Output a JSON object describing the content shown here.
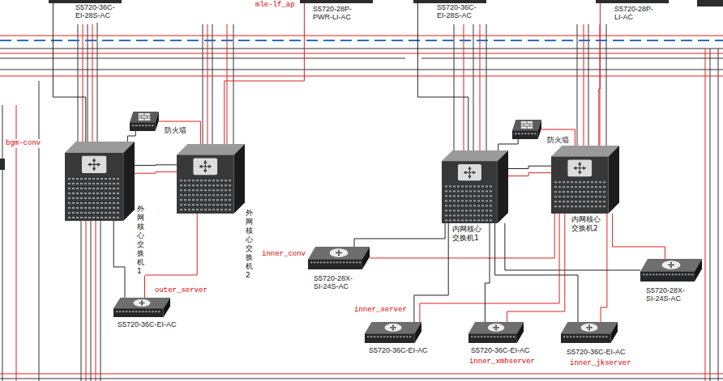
{
  "diagram": {
    "nodes": [
      {
        "text": [
          "S5720-36C-EI-28S-AC"
        ]
      },
      {
        "text": [
          "S5720-28P-PWR-LI-AC"
        ]
      },
      {
        "text": [
          "S5720-36C-EI-28S-AC"
        ]
      },
      {
        "text": [
          "S5720-28P-LI-AC"
        ]
      },
      {
        "text": [
          "防火墙"
        ]
      },
      {
        "text": [
          "外网核心交换机1"
        ]
      },
      {
        "text": [
          "外网核心交换机2"
        ]
      },
      {
        "text": [
          "防火墙"
        ]
      },
      {
        "text": [
          "内网核心交换机1"
        ]
      },
      {
        "text": [
          "内网核心交换机2"
        ]
      },
      {
        "text": [
          "outer_server",
          "S5720-36C-EI-AC"
        ]
      },
      {
        "text": [
          "inner_conv",
          "S5720-28X-SI-24S-AC"
        ]
      },
      {
        "text": [
          "inner_server",
          "S5720-36C-EI-AC"
        ]
      },
      {
        "text": [
          "S5720-36C-EI-AC",
          "inner_xmhserver"
        ]
      },
      {
        "text": [
          "S5720-36C-EI-AC",
          "inner_jkserver"
        ]
      },
      {
        "text": [
          "S5720-28X-SI-24S-AC"
        ]
      }
    ],
    "edges": [
      {
        "from": 4,
        "to": 5,
        "arrow": "none"
      },
      {
        "from": 4,
        "to": 6,
        "arrow": "none"
      },
      {
        "from": 5,
        "to": 6,
        "arrow": "none"
      },
      {
        "from": 5,
        "to": 6,
        "arrow": "none"
      },
      {
        "from": 5,
        "to": 10,
        "arrow": "none"
      },
      {
        "from": 6,
        "to": 10,
        "arrow": "none"
      },
      {
        "from": 5,
        "to": 0,
        "arrow": "none"
      },
      {
        "from": 6,
        "to": 1,
        "arrow": "none"
      },
      {
        "from": 7,
        "to": 8,
        "arrow": "none"
      },
      {
        "from": 7,
        "to": 9,
        "arrow": "none"
      },
      {
        "from": 8,
        "to": 9,
        "arrow": "none"
      },
      {
        "from": 8,
        "to": 9,
        "arrow": "none"
      },
      {
        "from": 8,
        "to": 11,
        "arrow": "none"
      },
      {
        "from": 9,
        "to": 11,
        "arrow": "none"
      },
      {
        "from": 8,
        "to": 12,
        "arrow": "none"
      },
      {
        "from": 9,
        "to": 12,
        "arrow": "none"
      },
      {
        "from": 8,
        "to": 13,
        "arrow": "none"
      },
      {
        "from": 9,
        "to": 13,
        "arrow": "none"
      },
      {
        "from": 8,
        "to": 14,
        "arrow": "none"
      },
      {
        "from": 9,
        "to": 14,
        "arrow": "none"
      },
      {
        "from": 8,
        "to": 15,
        "arrow": "none"
      },
      {
        "from": 9,
        "to": 15,
        "arrow": "none"
      },
      {
        "from": 8,
        "to": 2,
        "arrow": "none"
      },
      {
        "from": 9,
        "to": 3,
        "arrow": "none"
      }
    ],
    "labels": [
      "mle-lf_ap",
      "bgm-conv"
    ]
  }
}
